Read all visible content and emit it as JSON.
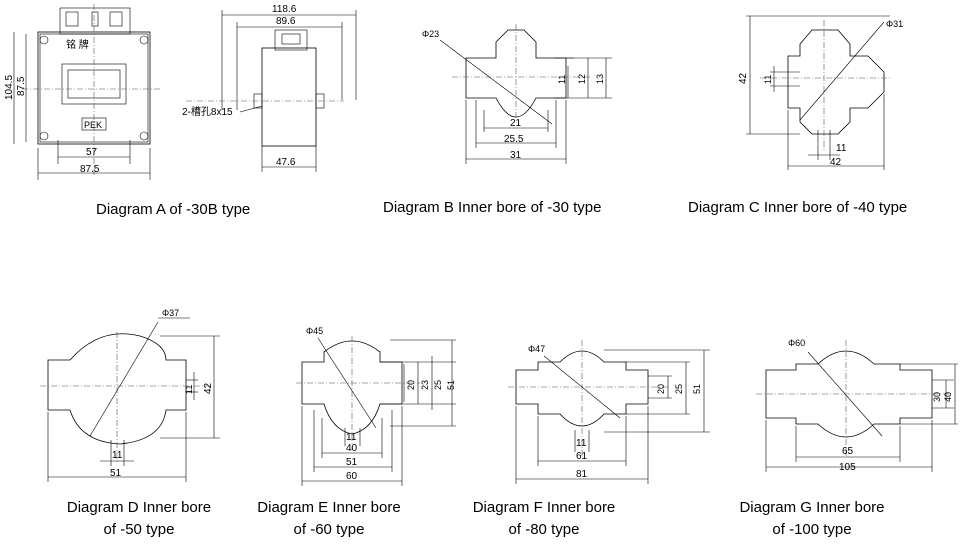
{
  "captions": {
    "a": "Diagram A of -30B type",
    "b": "Diagram B Inner bore of -30 type",
    "c": "Diagram C Inner bore of -40 type",
    "d1": "Diagram D Inner bore",
    "d2": "of -50 type",
    "e1": "Diagram E Inner bore",
    "e2": "of -60 type",
    "f1": "Diagram F Inner bore",
    "f2": "of -80 type",
    "g1": "Diagram G Inner bore",
    "g2": "of -100 type"
  },
  "diagram_a": {
    "nameplate": "铭  牌",
    "logo": "PEK",
    "h1": "104.5",
    "h2": "87.5",
    "w1": "57",
    "w2": "87.5",
    "side_w1": "118.6",
    "side_w2": "89.6",
    "slot": "2-槽孔8x15",
    "side_depth": "47.6"
  },
  "diagram_b": {
    "dia": "Φ23",
    "d1": "11",
    "d2": "12",
    "d3": "13",
    "w1": "21",
    "w2": "25.5",
    "w3": "31"
  },
  "diagram_c": {
    "dia": "Φ31",
    "h": "42",
    "d1": "11",
    "w1": "11",
    "w2": "42"
  },
  "diagram_d": {
    "dia": "Φ37",
    "d1": "11",
    "d2": "42",
    "w1": "11",
    "w2": "51"
  },
  "diagram_e": {
    "dia": "Φ45",
    "d1": "20",
    "d2": "23",
    "d3": "25",
    "d4": "51",
    "w1": "11",
    "w2": "40",
    "w3": "51",
    "w4": "60"
  },
  "diagram_f": {
    "dia": "Φ47",
    "d1": "20",
    "d2": "25",
    "d3": "51",
    "w1": "11",
    "w2": "61",
    "w3": "81"
  },
  "diagram_g": {
    "dia": "Φ60",
    "d1": "30",
    "d2": "40",
    "w1": "65",
    "w2": "105"
  }
}
